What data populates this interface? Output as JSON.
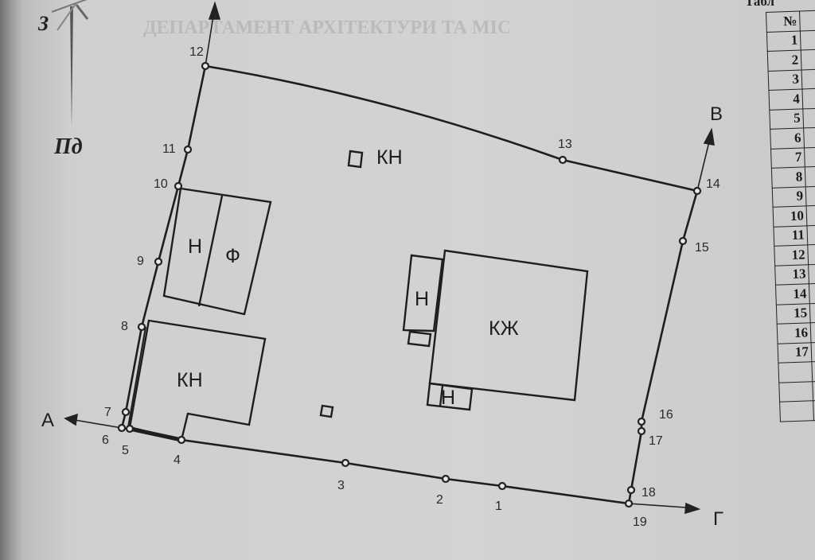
{
  "document": {
    "bleed_through_text": "ДЕПАРТАМЕНТ АРХІТЕКТУРИ ТА МІС",
    "table_caption": "Табл"
  },
  "compass": {
    "west_label": "З",
    "south_label": "Пд"
  },
  "directions": {
    "a": "А",
    "b": "В",
    "g": "Г"
  },
  "points": [
    "1",
    "2",
    "3",
    "4",
    "5",
    "6",
    "7",
    "8",
    "9",
    "10",
    "11",
    "12",
    "13",
    "14",
    "15",
    "16",
    "17",
    "18",
    "19"
  ],
  "buildings": {
    "kn_top": "КН",
    "n_left": "Н",
    "f": "Ф",
    "kn_bottom": "КН",
    "kzh": "КЖ",
    "n_annex": "Н",
    "n_porch": "Н"
  },
  "table": {
    "header": "№",
    "rows": [
      "1",
      "2",
      "3",
      "4",
      "5",
      "6",
      "7",
      "8",
      "9",
      "10",
      "11",
      "12",
      "13",
      "14",
      "15",
      "16",
      "17",
      "",
      "",
      ""
    ]
  }
}
